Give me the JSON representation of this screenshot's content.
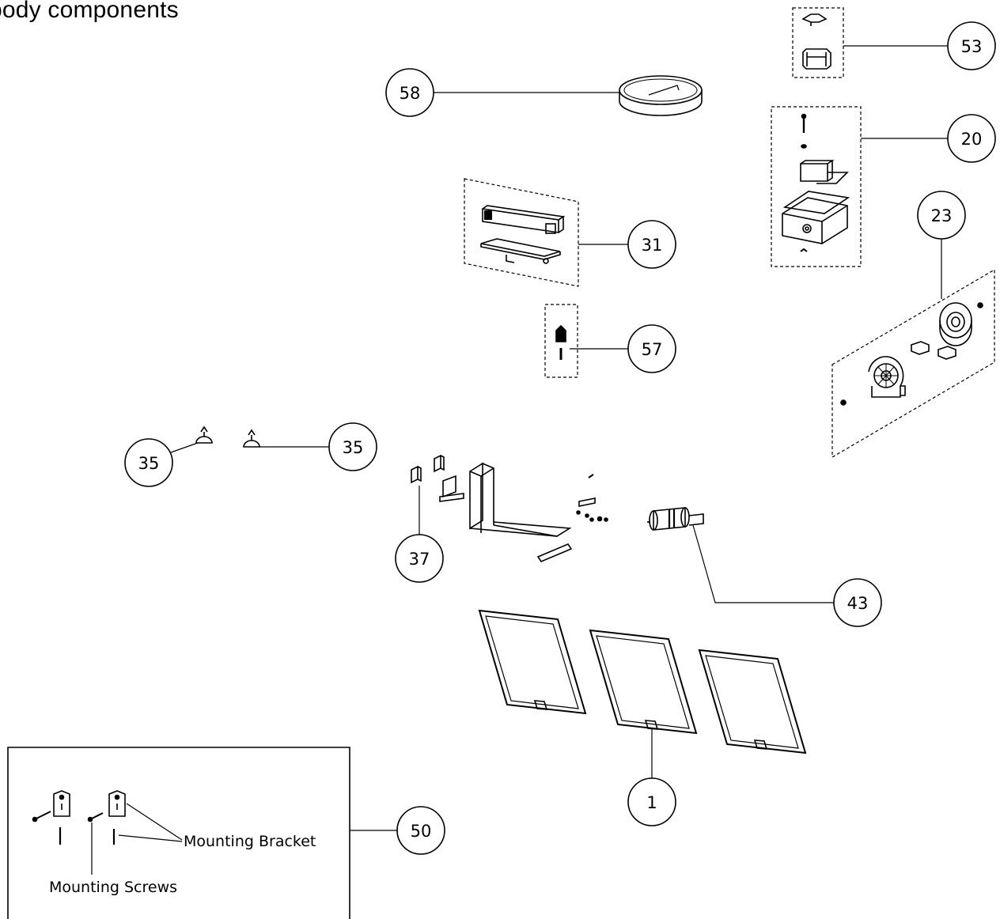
{
  "title": "body components",
  "callouts": {
    "c53": "53",
    "c58": "58",
    "c20": "20",
    "c31": "31",
    "c23": "23",
    "c57": "57",
    "c35a": "35",
    "c35b": "35",
    "c37": "37",
    "c43": "43",
    "c1": "1",
    "c50": "50"
  },
  "inset": {
    "bracket_label": "Mounting Bracket",
    "screws_label": "Mounting Screws"
  }
}
